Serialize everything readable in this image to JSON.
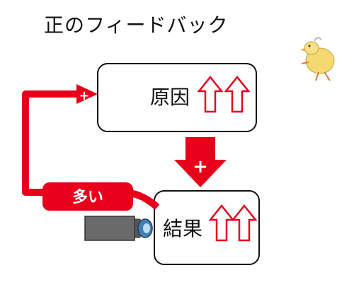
{
  "title": "正のフィードバック",
  "nodes": {
    "cause": {
      "label": "原因",
      "indicator": "up-arrows",
      "count": 2
    },
    "result": {
      "label": "結果",
      "indicator": "up-arrows",
      "count": 2
    }
  },
  "links": {
    "forward": {
      "symbol": "+"
    },
    "feedback": {
      "symbol": "+",
      "label": "多い"
    }
  },
  "colors": {
    "accent": "#e8001a",
    "box_border": "#111111",
    "text": "#111111"
  },
  "icons": [
    "video-camera-icon",
    "chick-illustration"
  ]
}
